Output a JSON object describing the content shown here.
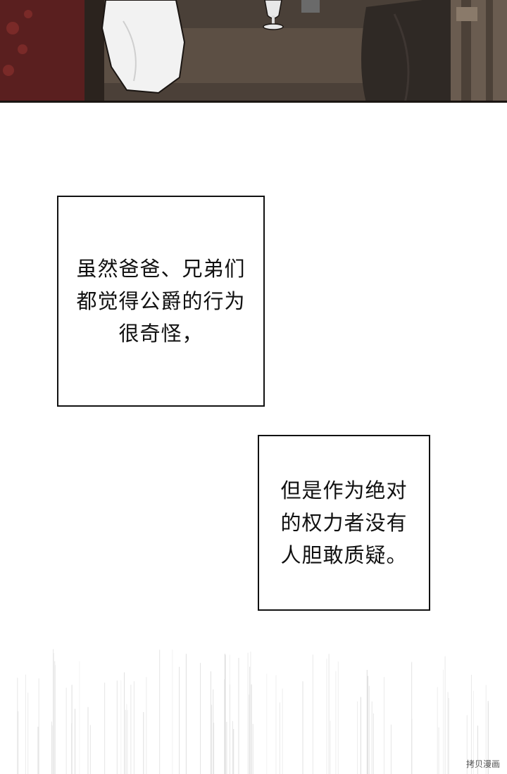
{
  "captions": [
    {
      "lines": [
        "虽然爸爸、兄弟们",
        "都觉得公爵的行为",
        "很奇怪，"
      ]
    },
    {
      "lines": [
        "但是作为绝对",
        "的权力者没有",
        "人胆敢质疑。"
      ]
    }
  ],
  "watermark": "拷贝漫画",
  "colors": {
    "panel_bg": "#3d332c",
    "wall_red": "#5a1f1f",
    "table": "#5c4f44",
    "cloth_white": "#f2f2f2",
    "border": "#111111"
  }
}
